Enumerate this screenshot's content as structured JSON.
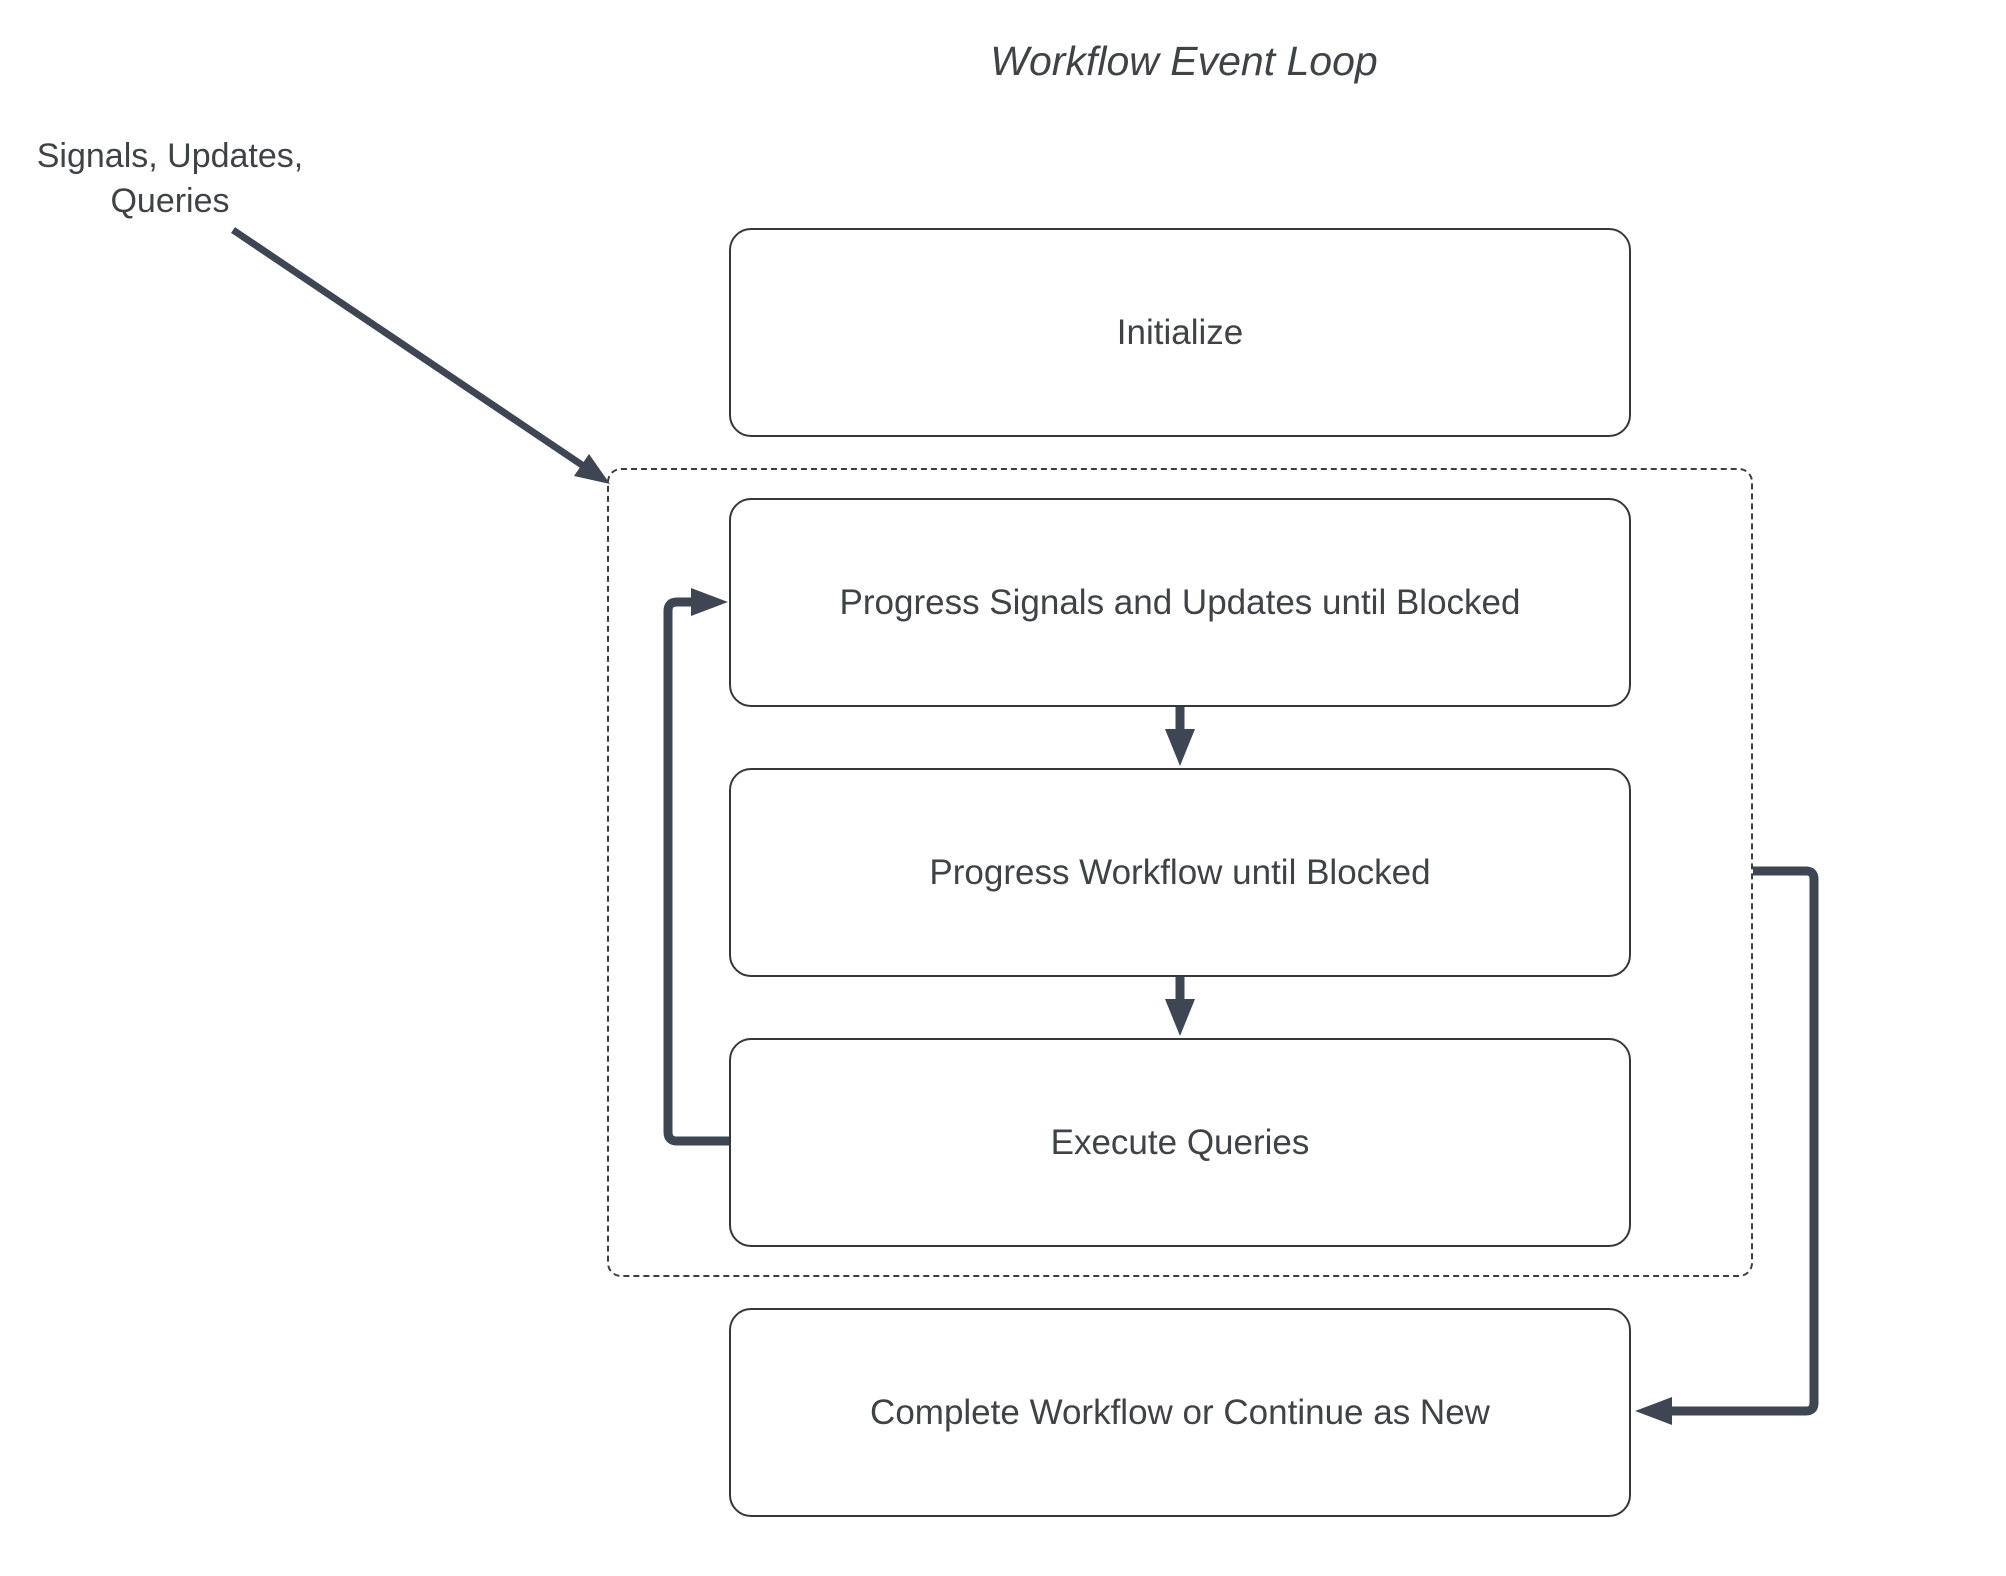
{
  "diagram": {
    "title": "Workflow Event Loop",
    "annotation": "Signals, Updates,\nQueries",
    "nodes": {
      "initialize": "Initialize",
      "progress_signals": "Progress Signals and Updates until Blocked",
      "progress_workflow": "Progress Workflow until Blocked",
      "execute_queries": "Execute Queries",
      "complete": "Complete Workflow or Continue as New"
    },
    "groups": {
      "event_loop": "dashed container around progress_signals, progress_workflow, execute_queries"
    },
    "edges": [
      {
        "from": "annotation(signals-updates-queries)",
        "to": "event_loop_group",
        "style": "thin-diagonal-arrow"
      },
      {
        "from": "progress_signals",
        "to": "progress_workflow",
        "style": "down-arrow"
      },
      {
        "from": "progress_workflow",
        "to": "execute_queries",
        "style": "down-arrow"
      },
      {
        "from": "execute_queries",
        "to": "progress_signals",
        "style": "thick-orthogonal-loop-left"
      },
      {
        "from": "event_loop_group",
        "to": "complete",
        "style": "thick-orthogonal-loop-right"
      }
    ],
    "colors": {
      "background": "#ffffff",
      "connector": "#3e4553",
      "node_border": "#34373c",
      "group_border": "#3a3d42",
      "text": "#3f4247"
    }
  }
}
